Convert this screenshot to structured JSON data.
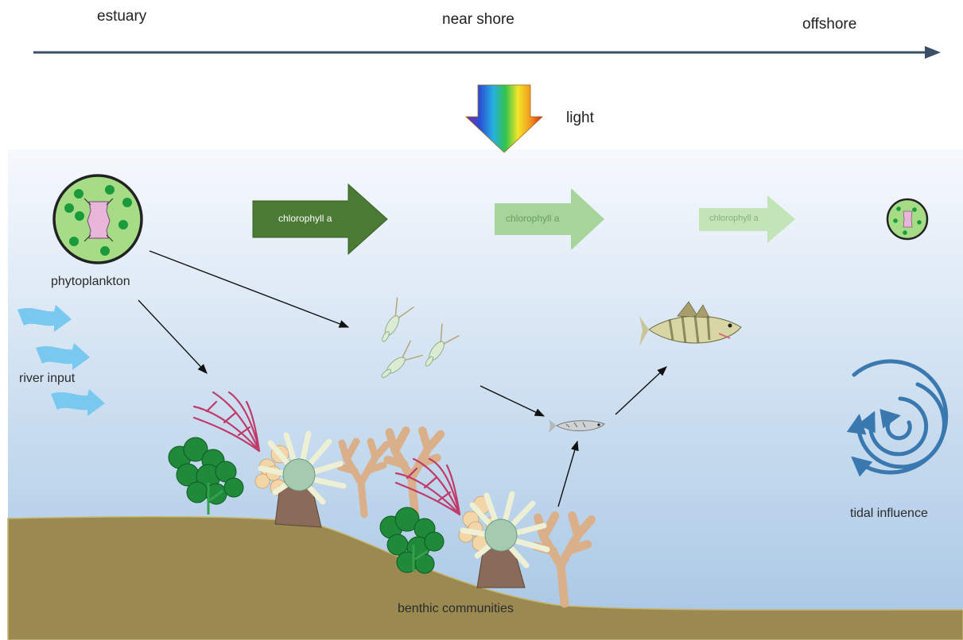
{
  "gradient": {
    "left_label": "estuary",
    "middle_label": "near shore",
    "right_label": "offshore"
  },
  "light": {
    "label": "light"
  },
  "chlorophyll": {
    "arrow_1": "chlorophyll a",
    "arrow_2": "chlorophyll a",
    "arrow_3": "chlorophyll a"
  },
  "labels": {
    "phytoplankton": "phytoplankton",
    "river_input": "river input",
    "tidal_influence": "tidal influence",
    "benthic": "benthic communities"
  },
  "colors": {
    "water_top": "#f4f8fc",
    "water_bottom": "#a9c8e6",
    "seabed": "#9a8a52",
    "chl_strong": "#4a7a34",
    "chl_medium": "#a6d49a",
    "chl_light": "#c2e4b6",
    "river_arrows": "#78c8f0",
    "tidal": "#3a78b0",
    "axis": "#3a4f66"
  }
}
